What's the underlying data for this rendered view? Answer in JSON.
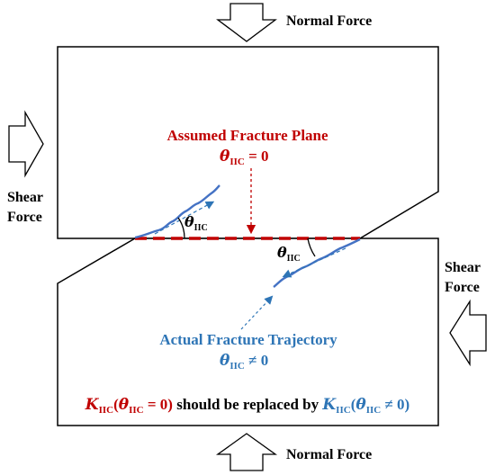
{
  "labels": {
    "normal_force_top": "Normal Force",
    "normal_force_bottom": "Normal Force",
    "shear_force_left_1": "Shear",
    "shear_force_left_2": "Force",
    "shear_force_right_1": "Shear",
    "shear_force_right_2": "Force",
    "assumed_plane": "Assumed Fracture Plane",
    "theta_assumed": "θ",
    "theta_assumed_sub": "IIC",
    "theta_assumed_rel": " = 0",
    "theta_left": "θ",
    "theta_left_sub": "IIC",
    "theta_right": "θ",
    "theta_right_sub": "IIC",
    "actual_trajectory": "Actual Fracture Trajectory",
    "theta_actual": "θ",
    "theta_actual_sub": "IIC",
    "theta_actual_rel": " ≠ 0",
    "bottom_k1": "K",
    "bottom_k1_sub": "IIC",
    "bottom_k1_paren_open": "(",
    "bottom_k1_theta": "θ",
    "bottom_k1_theta_sub": "IIC",
    "bottom_k1_rel": " = 0)",
    "bottom_mid": " should be replaced by ",
    "bottom_k2": "K",
    "bottom_k2_sub": "IIC",
    "bottom_k2_paren_open": "(",
    "bottom_k2_theta": "θ",
    "bottom_k2_theta_sub": "IIC",
    "bottom_k2_rel": " ≠ 0)"
  },
  "colors": {
    "red": "#c00000",
    "blue": "#2e75b6",
    "crack": "#4472c4",
    "black": "#000000"
  }
}
